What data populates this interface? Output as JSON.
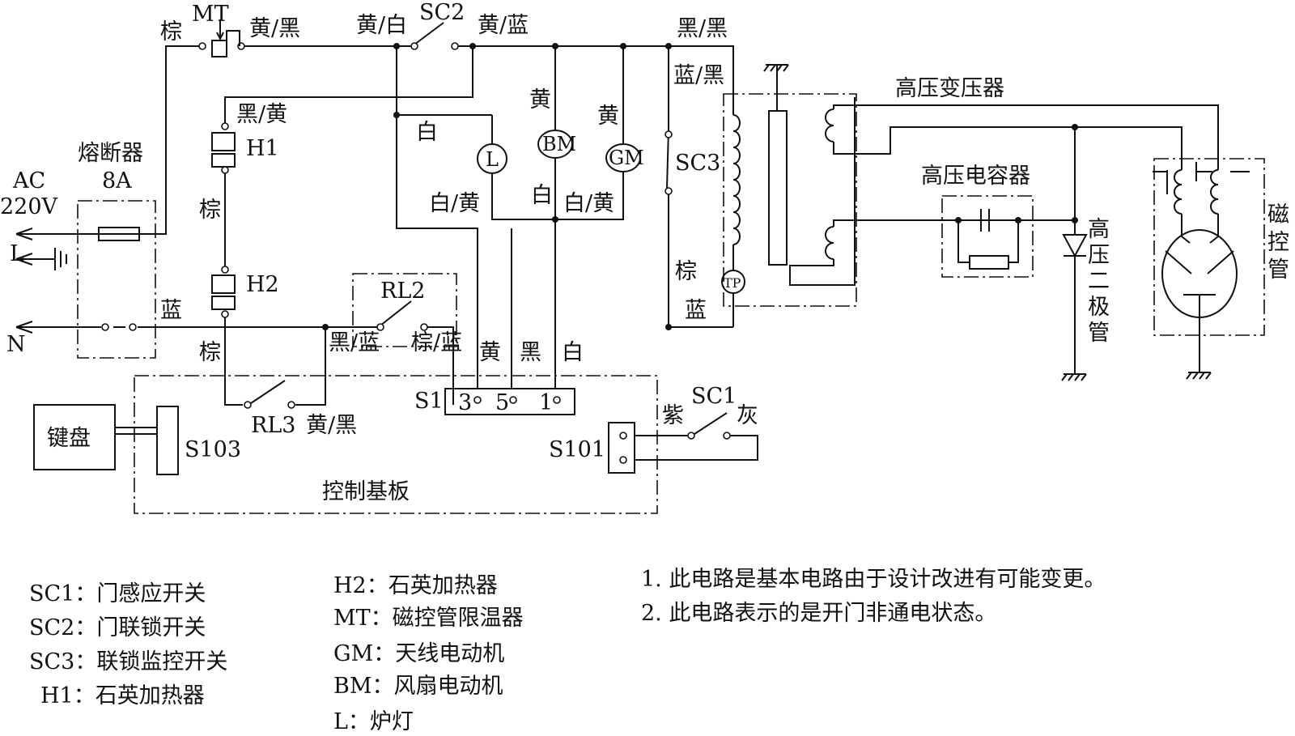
{
  "labels": {
    "mt": "MT",
    "zong_mt": "棕",
    "huang_hei_mt": "黄/黑",
    "huang_bai": "黄/白",
    "sc2": "SC2",
    "huang_lan": "黄/蓝",
    "hei_hei": "黑/黑",
    "lan_hei": "蓝/黑",
    "hv_transformer": "高压变压器",
    "hei_huang": "黑/黄",
    "h1": "H1",
    "zong_h": "棕",
    "h2": "H2",
    "rl2": "RL2",
    "fuse": "熔断器",
    "fuse_rating": "8A",
    "ac": "AC",
    "v220": "220V",
    "l_line": "L",
    "n_line": "N",
    "lan_n": "蓝",
    "bai_l": "白",
    "lamp": "L",
    "bai_huang_1": "白/黄",
    "huang_bm": "黄",
    "bm": "BM",
    "bai_bm": "白",
    "huang_gm": "黄",
    "gm": "GM",
    "bai_huang_2": "白/黄",
    "sc3": "SC3",
    "zong_sc3": "棕",
    "lan_sc3": "蓝",
    "tp": "TP",
    "hv_capacitor": "高压电容器",
    "hv_diode": [
      "高",
      "压",
      "二",
      "极",
      "管"
    ],
    "magnetron": [
      "磁",
      "控",
      "管"
    ],
    "zong_bottom": "棕",
    "hei_lan": "黑/蓝",
    "zong_lan": "棕/蓝",
    "huang_s1": "黄",
    "hei_s1": "黑",
    "bai_s1": "白",
    "s1": "S1",
    "s1_pin3": "3",
    "s1_pin5": "5",
    "s1_pin1": "1",
    "rl3": "RL3",
    "huang_hei_rl3": "黄/黑",
    "keyboard": "键盘",
    "s103": "S103",
    "s101": "S101",
    "zi": "紫",
    "sc1": "SC1",
    "hui": "灰",
    "control_board": "控制基板"
  },
  "legend": {
    "col1": [
      "SC1：门感应开关",
      "SC2：门联锁开关",
      "SC3：联锁监控开关",
      "H1：石英加热器"
    ],
    "col2": [
      "H2：石英加热器",
      "MT：磁控管限温器",
      "GM：天线电动机",
      "BM：风扇电动机",
      "L：炉灯"
    ],
    "notes": [
      "1. 此电路是基本电路由于设计改进有可能变更。",
      "2. 此电路表示的是开门非通电状态。"
    ]
  }
}
